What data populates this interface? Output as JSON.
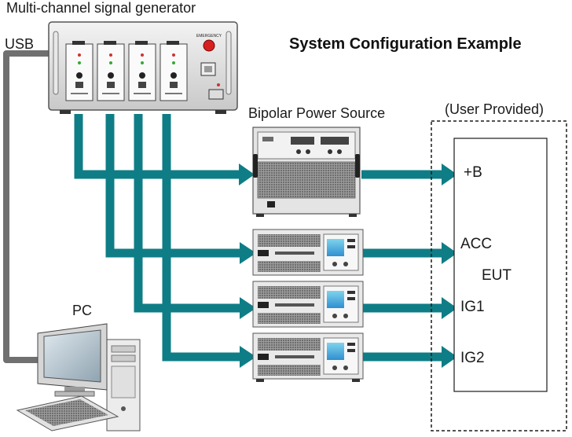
{
  "diagram": {
    "title": "System Configuration Example",
    "generator_label": "Multi-channel signal generator",
    "usb_label": "USB",
    "pc_label": "PC",
    "bipolar_label": "Bipolar Power Source",
    "user_provided_label": "(User Provided)",
    "eut_label": "EUT",
    "generator_panel": {
      "emergency_label": "EMERGENCY"
    },
    "terminals": [
      {
        "label": "+B"
      },
      {
        "label": "ACC"
      },
      {
        "label": "IG1"
      },
      {
        "label": "IG2"
      }
    ]
  },
  "colors": {
    "signal_line": "#0f7d86",
    "usb_cable": "#707070",
    "dashed_border": "#1a1a1a",
    "emergency_button": "#d62020"
  }
}
